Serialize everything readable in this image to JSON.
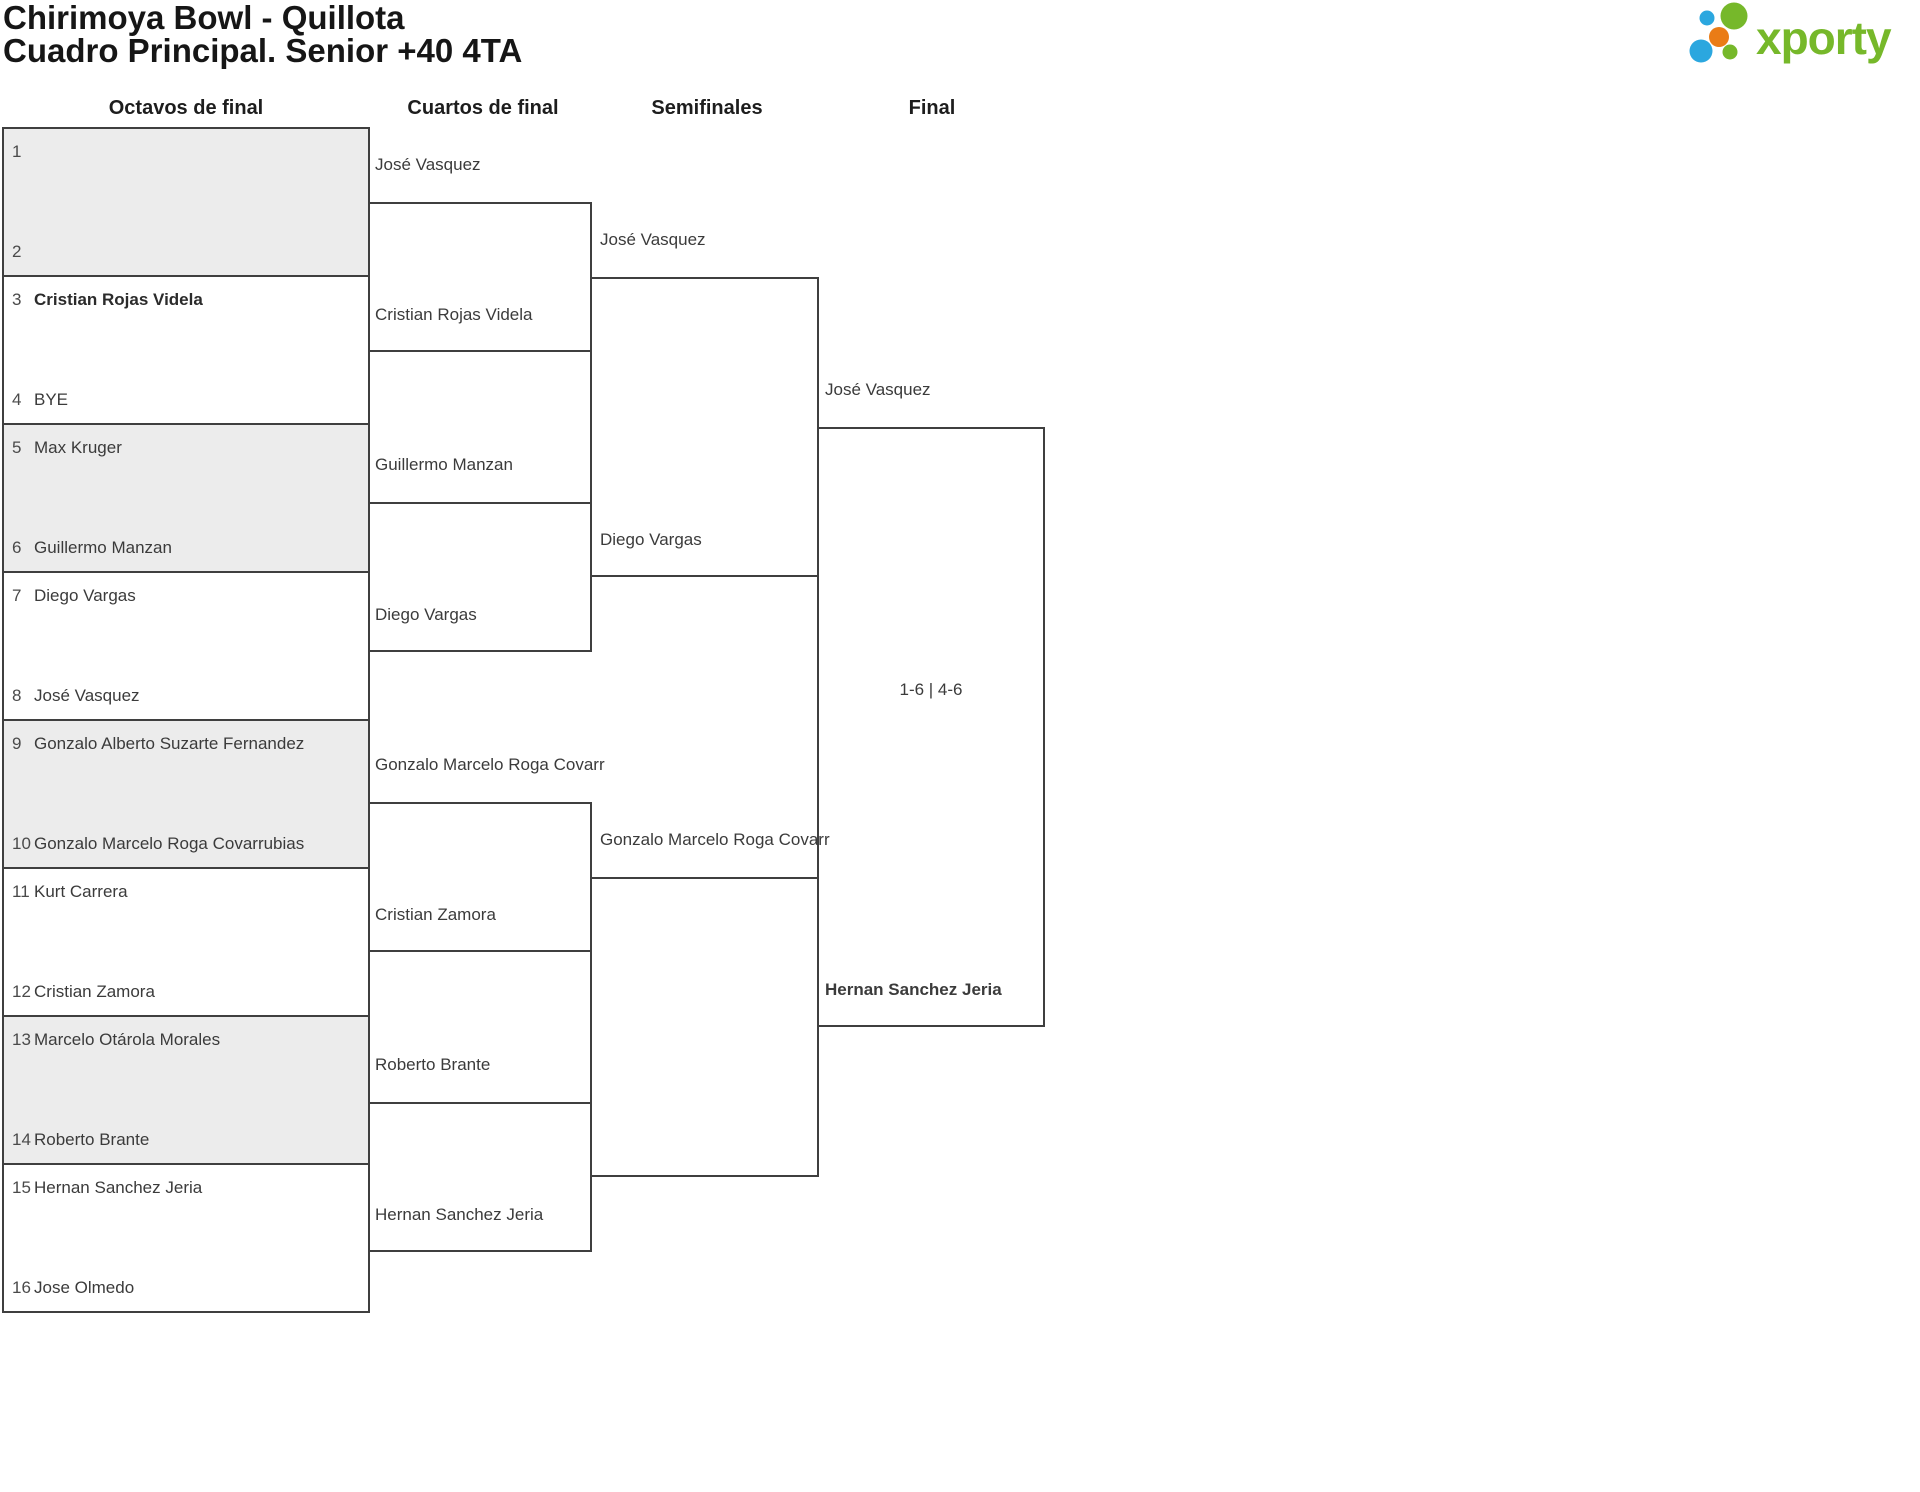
{
  "title": {
    "line1": "Chirimoya Bowl - Quillota",
    "line2": "Cuadro Principal. Senior +40 4TA"
  },
  "logo": {
    "text": "xporty",
    "green": "#76b82a",
    "blue": "#2ba7df",
    "orange": "#ea7c16"
  },
  "rounds": {
    "headers": [
      "Octavos de final",
      "Cuartos de final",
      "Semifinales",
      "Final"
    ]
  },
  "octavos": [
    {
      "seed_top": "1",
      "player_top": "",
      "seed_bottom": "2",
      "player_bottom": ""
    },
    {
      "seed_top": "3",
      "player_top": "Cristian Rojas Videla",
      "seed_bottom": "4",
      "player_bottom": "BYE"
    },
    {
      "seed_top": "5",
      "player_top": "Max Kruger",
      "seed_bottom": "6",
      "player_bottom": "Guillermo Manzan"
    },
    {
      "seed_top": "7",
      "player_top": "Diego Vargas",
      "seed_bottom": "8",
      "player_bottom": "José Vasquez"
    },
    {
      "seed_top": "9",
      "player_top": "Gonzalo Alberto Suzarte Fernandez",
      "seed_bottom": "10",
      "player_bottom": "Gonzalo Marcelo Roga Covarrubias"
    },
    {
      "seed_top": "11",
      "player_top": "Kurt Carrera",
      "seed_bottom": "12",
      "player_bottom": "Cristian Zamora"
    },
    {
      "seed_top": "13",
      "player_top": "Marcelo Otárola Morales",
      "seed_bottom": "14",
      "player_bottom": "Roberto Brante"
    },
    {
      "seed_top": "15",
      "player_top": "Hernan Sanchez Jeria",
      "seed_bottom": "16",
      "player_bottom": "Jose Olmedo"
    }
  ],
  "cuartos": [
    "José Vasquez",
    "Cristian Rojas Videla",
    "Guillermo Manzan",
    "Diego Vargas",
    "Gonzalo Marcelo Roga Covarr",
    "Cristian Zamora",
    "Roberto Brante",
    "Hernan Sanchez Jeria"
  ],
  "semifinales": [
    "José Vasquez",
    "Diego Vargas",
    "Gonzalo Marcelo Roga Covarr",
    ""
  ],
  "final": {
    "finalist_top": "José Vasquez",
    "score": "1-6 | 4-6",
    "champion": "Hernan Sanchez Jeria"
  }
}
